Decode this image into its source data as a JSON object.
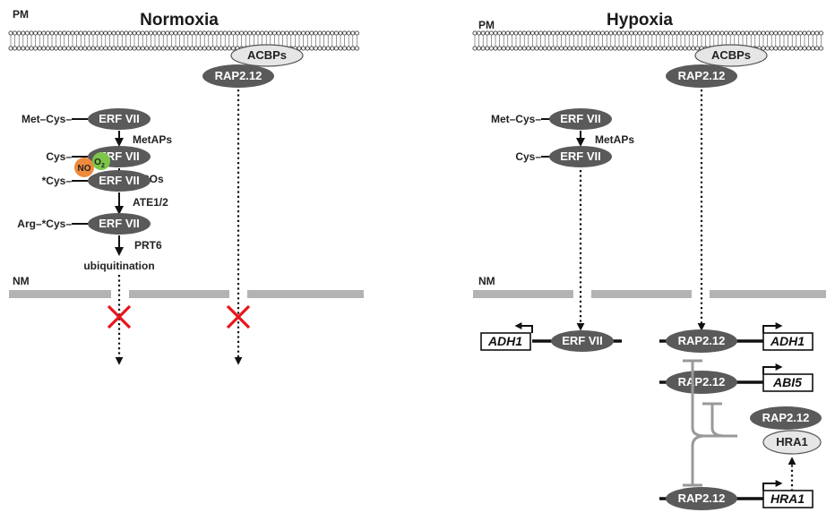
{
  "panels": {
    "normoxia": {
      "title": "Normoxia",
      "pm_label": "PM",
      "nm_label": "NM",
      "acbps": "ACBPs",
      "rap": "RAP2.12",
      "steps": [
        {
          "prefix": "Met–Cys–",
          "protein": "ERF VII"
        },
        {
          "prefix": "Cys–",
          "protein": "ERF VII"
        },
        {
          "prefix": "*Cys–",
          "protein": "ERF VII"
        },
        {
          "prefix": "Arg–*Cys–",
          "protein": "ERF VII"
        }
      ],
      "enzymes": [
        "MetAPs",
        "PCOs",
        "ATE1/2",
        "PRT6"
      ],
      "ubiquitination": "ubiquitination",
      "no_label": "NO",
      "o2_label": "O",
      "o2_sub": "2"
    },
    "hypoxia": {
      "title": "Hypoxia",
      "pm_label": "PM",
      "nm_label": "NM",
      "acbps": "ACBPs",
      "rap": "RAP2.12",
      "steps": [
        {
          "prefix": "Met–Cys–",
          "protein": "ERF VII"
        },
        {
          "prefix": "Cys–",
          "protein": "ERF VII"
        }
      ],
      "enzymes": [
        "MetAPs"
      ],
      "nuclear": {
        "erf": "ERF VII",
        "genes": [
          "ADH1",
          "ADH1",
          "ABI5",
          "HRA1"
        ],
        "rap": "RAP2.12",
        "complex_rap": "RAP2.12",
        "complex_hra": "HRA1"
      }
    }
  },
  "colors": {
    "protein_dark": "#5a5a5a",
    "protein_light": "#e6e6e6",
    "membrane": "#b3b3b3",
    "block_x": "#e8141c",
    "no_bubble": "#ee8a3c",
    "o2_bubble": "#7cc44a"
  }
}
